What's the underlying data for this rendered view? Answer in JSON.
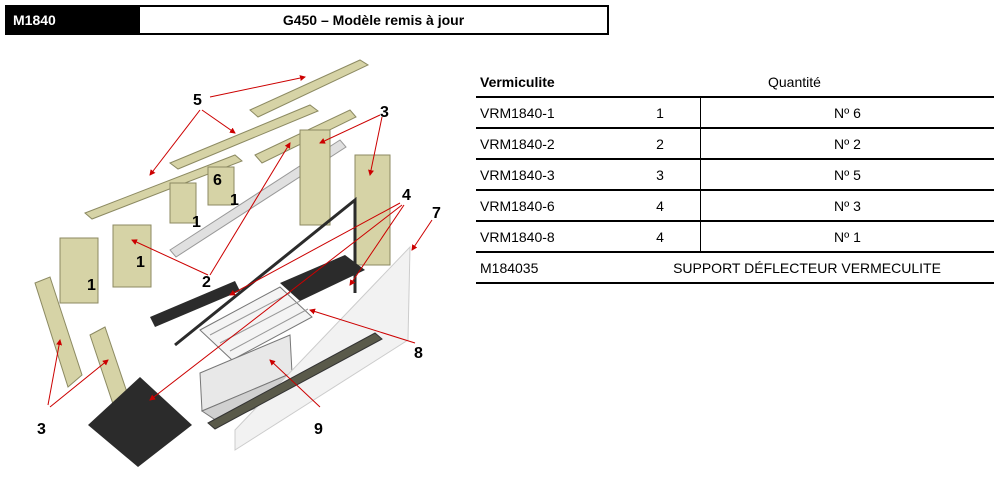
{
  "header": {
    "code": "M1840",
    "title": "G450 – Modèle remis à jour"
  },
  "table": {
    "col_ref": "Vermiculite",
    "col_qty": "Quantité",
    "rows": [
      {
        "ref": "VRM1840-1",
        "qty": "1",
        "desc": "Nº 6"
      },
      {
        "ref": "VRM1840-2",
        "qty": "2",
        "desc": "Nº 2"
      },
      {
        "ref": "VRM1840-3",
        "qty": "3",
        "desc": "Nº 5"
      },
      {
        "ref": "VRM1840-6",
        "qty": "4",
        "desc": "Nº 3"
      },
      {
        "ref": "VRM1840-8",
        "qty": "4",
        "desc": "Nº 1"
      }
    ],
    "support": {
      "ref": "M184035",
      "desc": "SUPPORT DÉFLECTEUR VERMECULITE"
    }
  },
  "diagram": {
    "callouts": {
      "n5": "5",
      "n3a": "3",
      "n6": "6",
      "n1a": "1",
      "n1b": "1",
      "n1c": "1",
      "n1d": "1",
      "n2": "2",
      "n4": "4",
      "n7": "7",
      "n8": "8",
      "n9": "9",
      "n3b": "3"
    }
  },
  "colors": {
    "brick": "#d6d3a6",
    "brick_edge": "#8c8a62",
    "steel": "#2b2b2b",
    "arrow": "#cc0000",
    "glass": "#f2f2f2"
  }
}
